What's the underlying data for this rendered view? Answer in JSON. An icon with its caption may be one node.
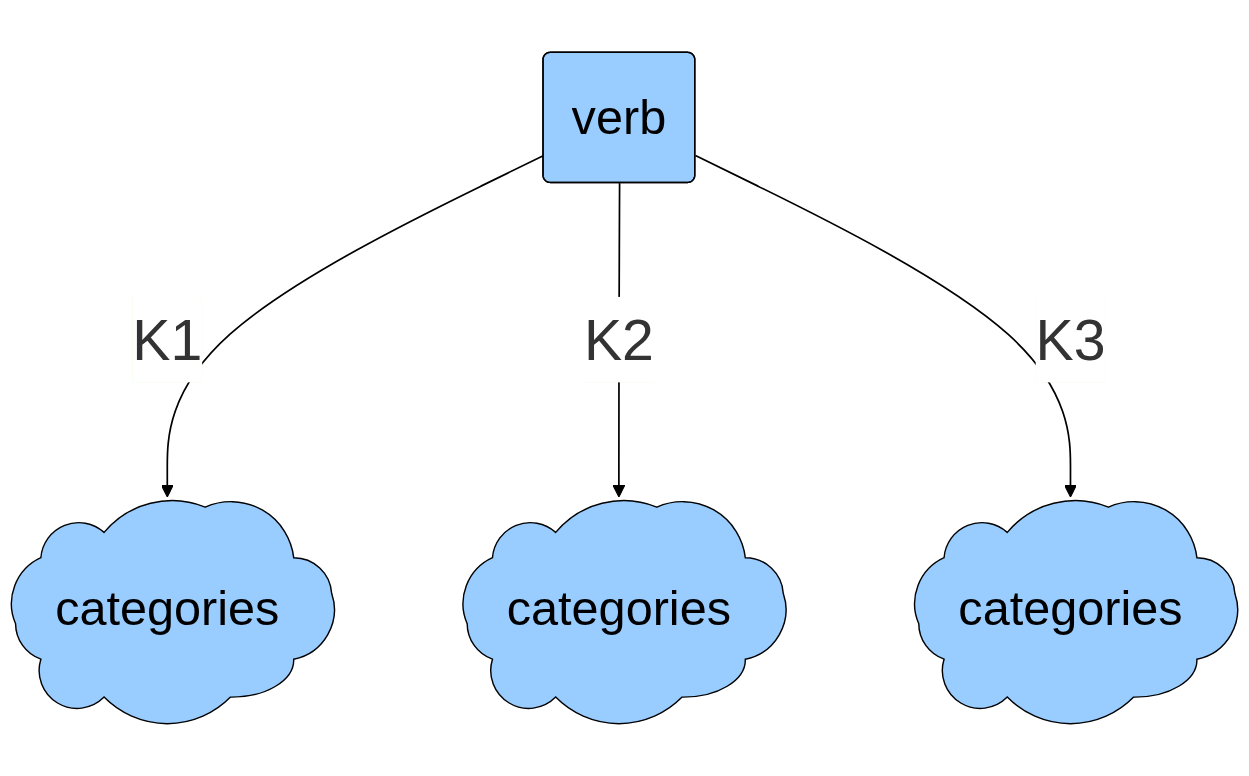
{
  "diagram": {
    "nodes": [
      {
        "text": [
          "verb"
        ]
      },
      {
        "text": [
          "categories"
        ]
      },
      {
        "text": [
          "categories"
        ]
      },
      {
        "text": [
          "categories"
        ]
      }
    ],
    "edges": [
      {
        "from": 0,
        "to": 1,
        "arrow": "to",
        "label": "K1"
      },
      {
        "from": 0,
        "to": 2,
        "arrow": "to",
        "label": "K2"
      },
      {
        "from": 0,
        "to": 3,
        "arrow": "to",
        "label": "K3"
      }
    ]
  }
}
